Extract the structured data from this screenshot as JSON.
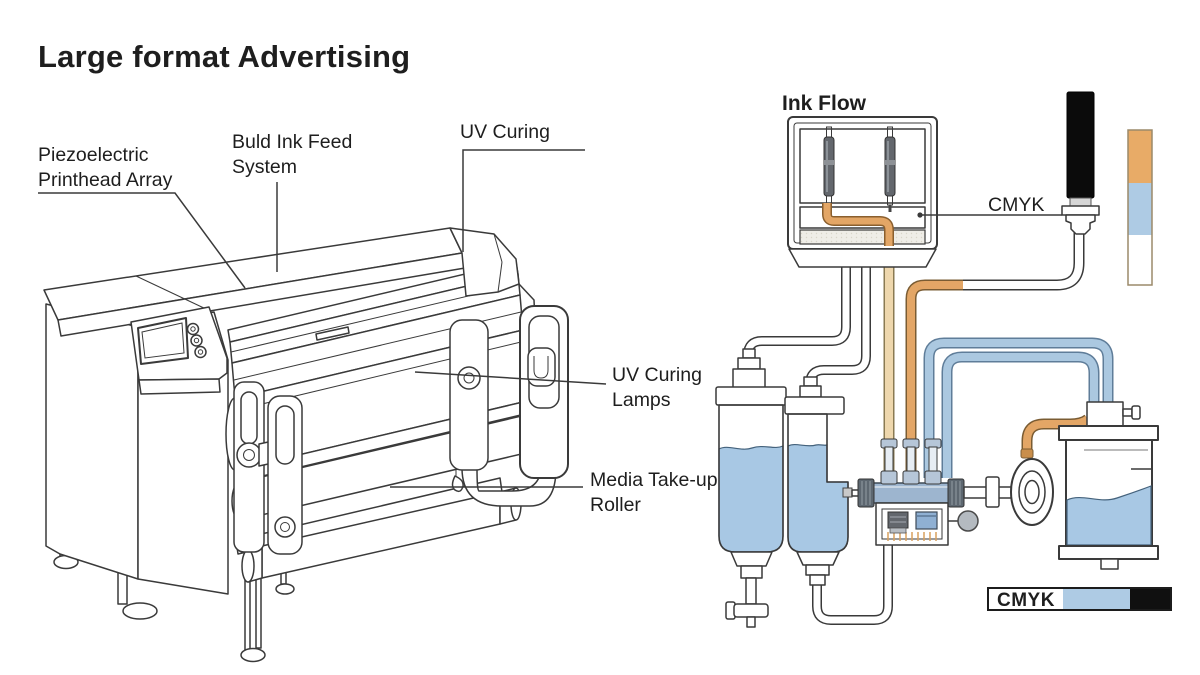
{
  "title": "Large format Advertising",
  "printer": {
    "labels": {
      "printhead": {
        "line1": "Piezoelectric",
        "line2": "Printhead Array"
      },
      "ink_feed": {
        "line1": "Buld Ink Feed",
        "line2": "System"
      },
      "uv_curing": "UV Curing",
      "uv_lamps": {
        "line1": "UV Curing",
        "line2": "Lamps"
      },
      "media_roller": {
        "line1": "Media Take-up",
        "line2": "Roller"
      }
    }
  },
  "ink_flow": {
    "heading": "Ink Flow",
    "cmyk_callout": "CMYK",
    "legend_label": "CMYK"
  },
  "colors": {
    "ink_orange": "#e3a666",
    "ink_tan": "#eed7ad",
    "tube_blue": "#abc8e0",
    "liquid_blue": "#a8c8e4",
    "cartridge_black": "#0b0b0b",
    "manifold_blue": "#9db5cf",
    "legend_blue": "#aecbe4",
    "legend_black": "#101010",
    "bar_orange": "#e8ab67"
  }
}
